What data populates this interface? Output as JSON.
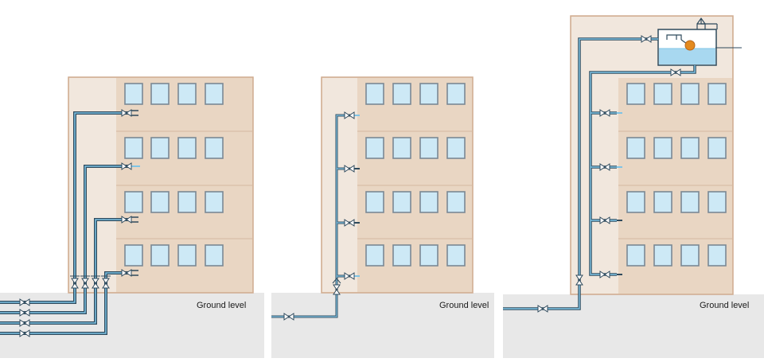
{
  "colors": {
    "ground": "#e8e8e8",
    "facade": "#e9d6c3",
    "stairwell": "#f1e7dd",
    "building_border": "#cfab8f",
    "window_fill": "#cde9f6",
    "window_border": "#7b8894",
    "pipe_dark": "#2f4a5c",
    "pipe_light": "#7fc4e6",
    "water": "#a8d8f0",
    "float_ball": "#e38a1f",
    "label": "#1a1a1a"
  },
  "panels": [
    {
      "ground_label": "Ground level"
    },
    {
      "ground_label": "Ground level"
    },
    {
      "ground_label": "Ground level"
    }
  ],
  "icons": {
    "valve": "gate-valve-icon",
    "float_ball": "float-ball-icon",
    "tank": "water-tank-icon",
    "vent": "vent-cap-icon"
  }
}
